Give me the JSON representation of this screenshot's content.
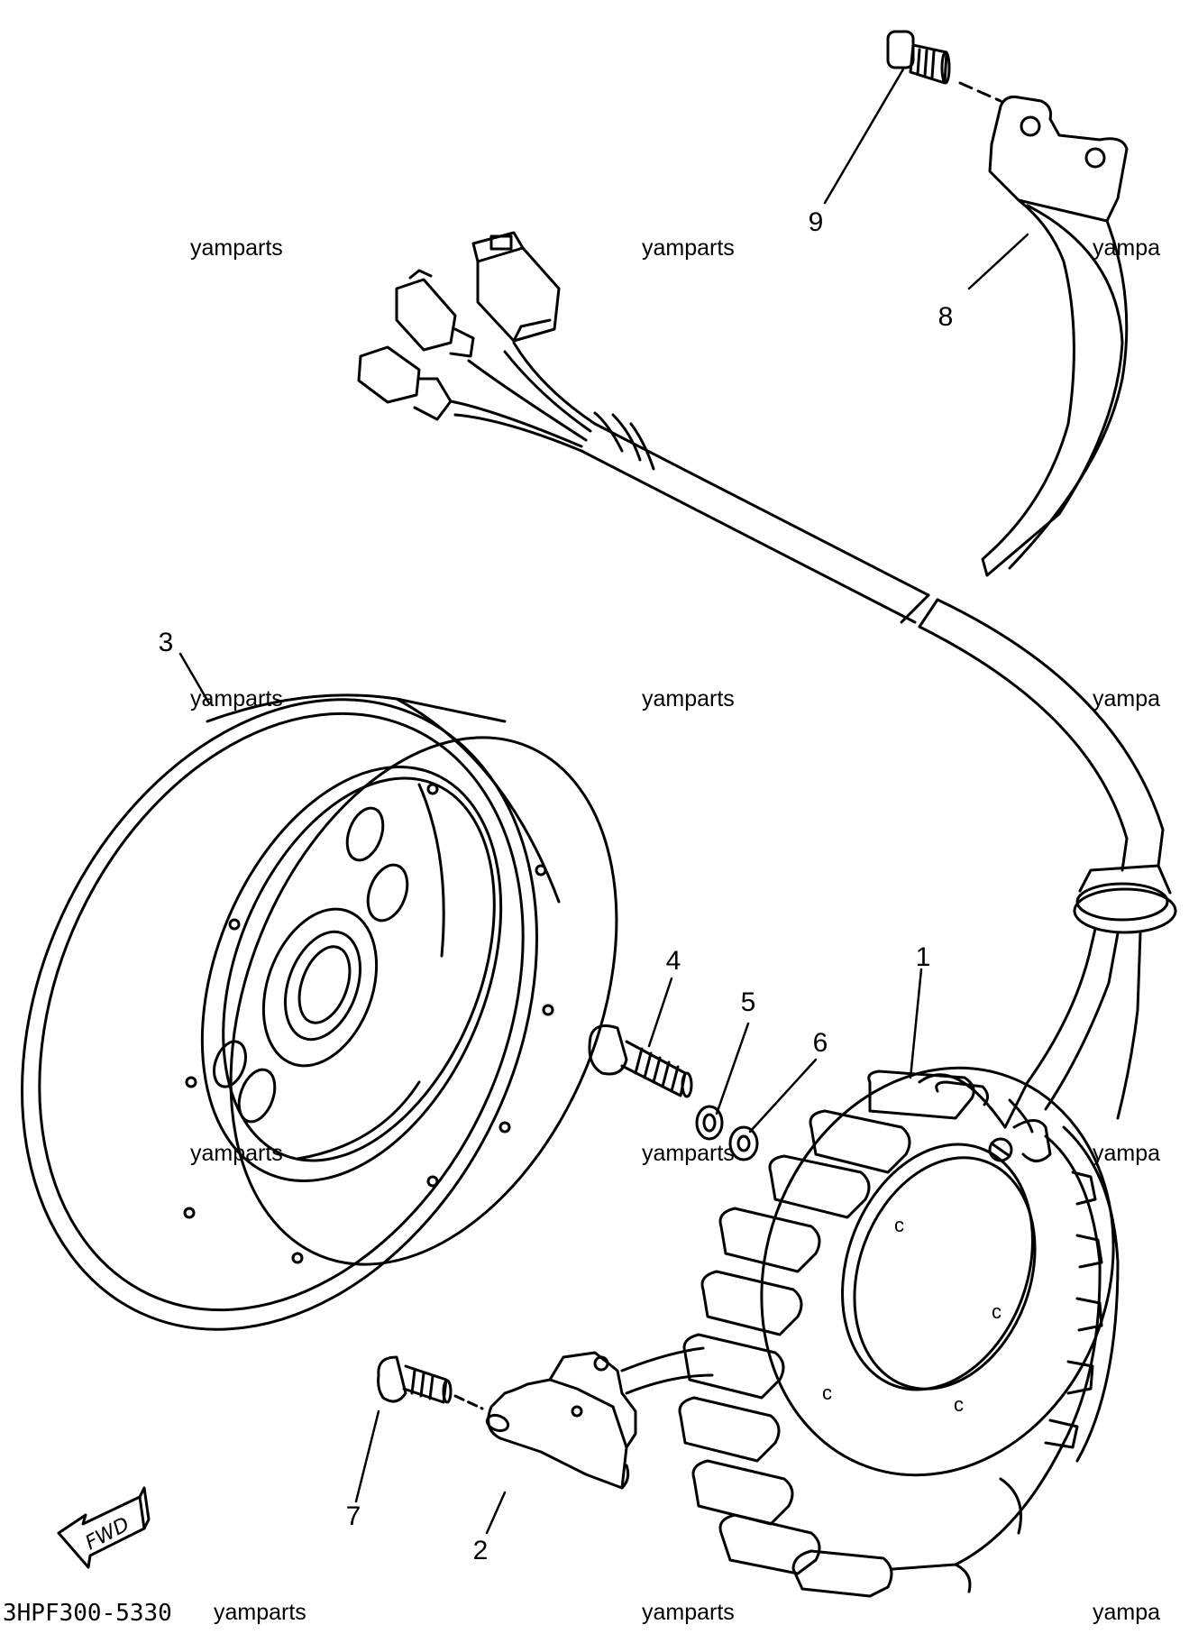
{
  "callouts": {
    "p1": "1",
    "p2": "2",
    "p3": "3",
    "p4": "4",
    "p5": "5",
    "p6": "6",
    "p7": "7",
    "p8": "8",
    "p9": "9"
  },
  "watermark": {
    "full": "yamparts",
    "partial": "yampa"
  },
  "fwd_label": "FWD",
  "diagram_code": "3HPF300-5330",
  "colors": {
    "ink": "#000000",
    "paper": "#ffffff"
  }
}
